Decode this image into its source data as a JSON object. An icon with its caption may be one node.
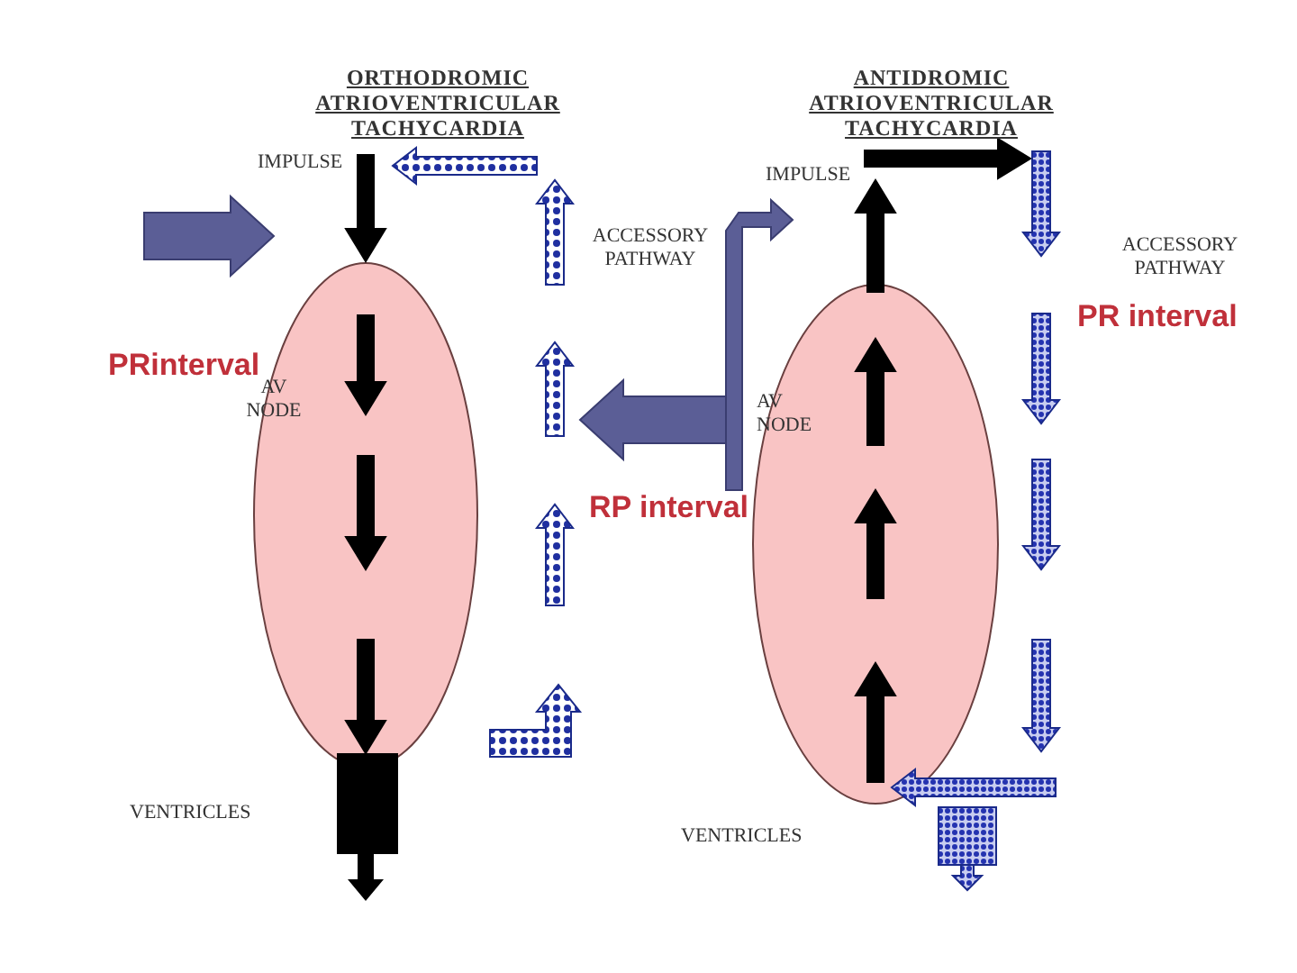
{
  "diagram": {
    "nodes": [
      {
        "text": [
          "AV NODE"
        ]
      },
      {
        "text": [
          "AV NODE"
        ]
      }
    ],
    "edges": [],
    "labels": [
      "ORTHODROMIC ATRIOVENTRICULAR TACHYCARDIA",
      "ANTIDROMIC ATRIOVENTRICULAR TACHYCARDIA",
      "IMPULSE",
      "IMPULSE",
      "ACCESSORY PATHWAY",
      "ACCESSORY PATHWAY",
      "PR interval",
      "PRinterval",
      "RP interval",
      "VENTRICLES",
      "VENTRICLES"
    ]
  }
}
